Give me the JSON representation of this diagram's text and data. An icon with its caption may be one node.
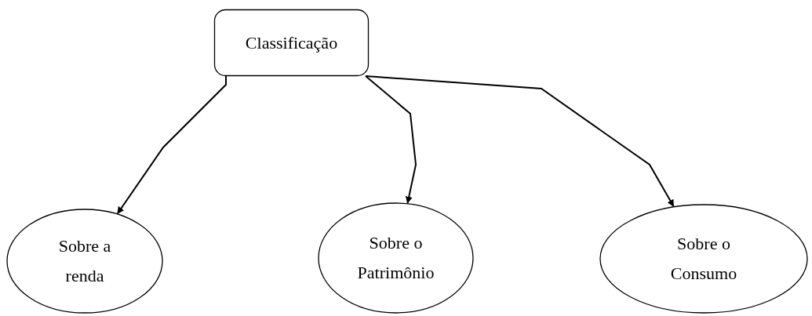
{
  "diagram": {
    "nodes": [
      {
        "text": [
          "Classificação"
        ]
      },
      {
        "text": [
          "Sobre a renda"
        ]
      },
      {
        "text": [
          "Sobre o Patrimônio"
        ]
      },
      {
        "text": [
          "Sobre o Consumo"
        ]
      }
    ],
    "edges": [
      {
        "from": 0,
        "to": 1,
        "arrow": "to"
      },
      {
        "from": 0,
        "to": 2,
        "arrow": "to"
      },
      {
        "from": 0,
        "to": 3,
        "arrow": "to"
      }
    ]
  }
}
